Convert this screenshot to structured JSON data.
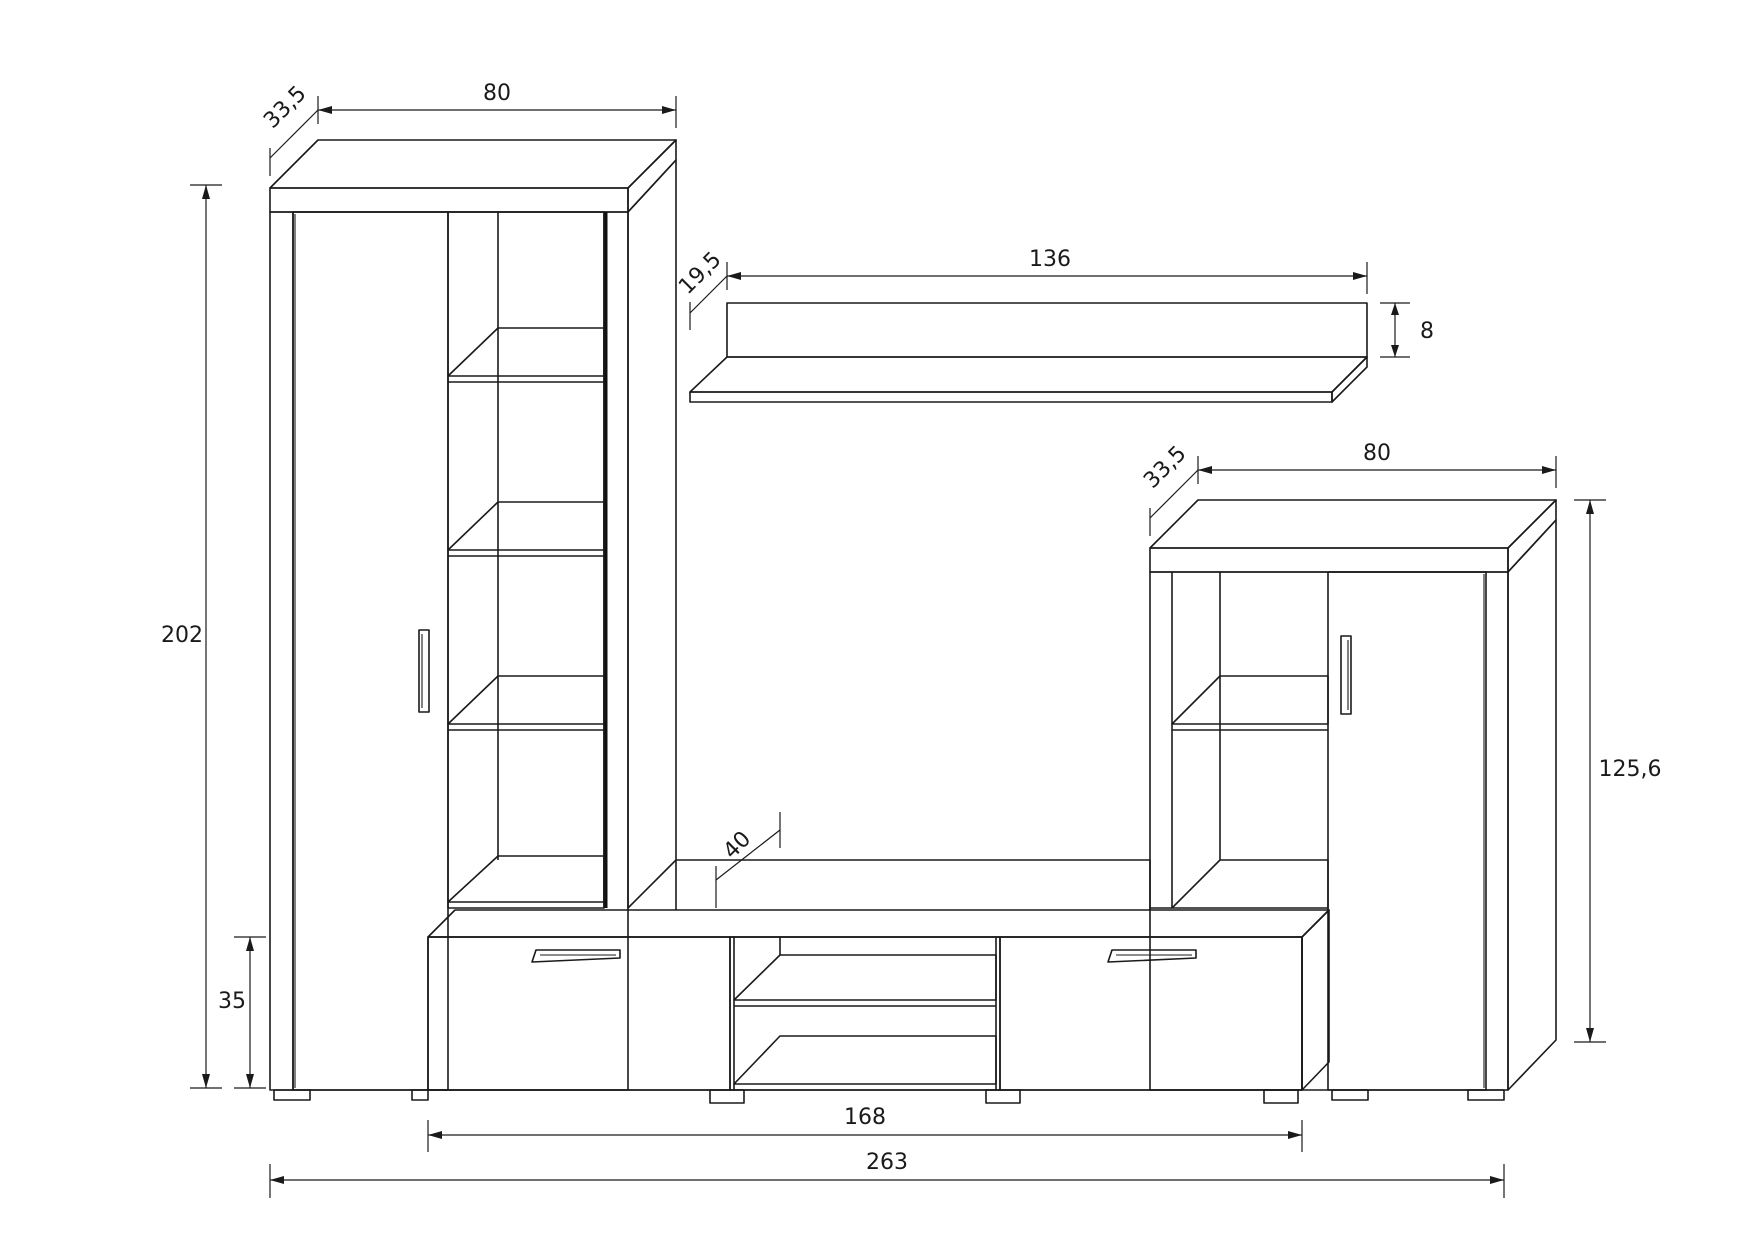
{
  "drawing": {
    "dimensions": {
      "tall_width": "80",
      "tall_depth": "33,5",
      "tall_height": "202",
      "base_height": "35",
      "shelf_width": "136",
      "shelf_depth": "19,5",
      "shelf_height": "8",
      "low_width": "80",
      "low_depth": "33,5",
      "low_height": "125,6",
      "tv_depth": "40",
      "tv_width": "168",
      "total_width": "263"
    }
  }
}
